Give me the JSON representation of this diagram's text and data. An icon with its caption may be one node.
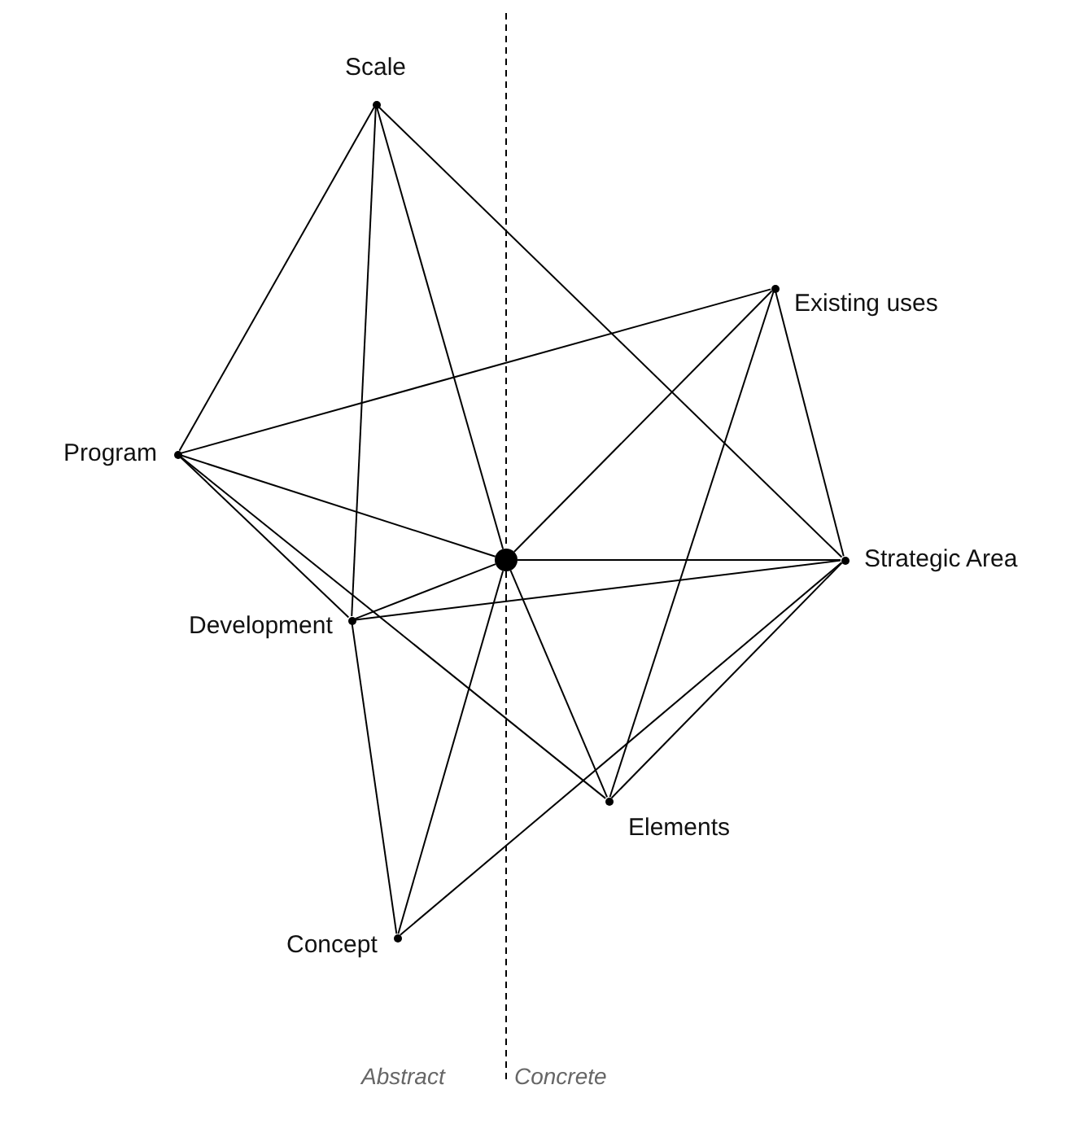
{
  "diagram": {
    "nodes": [
      {
        "text": [
          "Scale"
        ]
      },
      {
        "text": [
          "Existing uses"
        ]
      },
      {
        "text": [
          "Program"
        ]
      },
      {
        "text": [],
        "shape": "circle"
      },
      {
        "text": [
          "Strategic Area"
        ]
      },
      {
        "text": [
          "Development"
        ]
      },
      {
        "text": [
          "Elements"
        ]
      },
      {
        "text": [
          "Concept"
        ]
      }
    ],
    "edges": [
      {
        "from": 0,
        "to": 2,
        "arrow": "none"
      },
      {
        "from": 0,
        "to": 5,
        "arrow": "none"
      },
      {
        "from": 0,
        "to": 3,
        "arrow": "none"
      },
      {
        "from": 0,
        "to": 4,
        "arrow": "none"
      },
      {
        "from": 1,
        "to": 2,
        "arrow": "none"
      },
      {
        "from": 1,
        "to": 3,
        "arrow": "none"
      },
      {
        "from": 1,
        "to": 4,
        "arrow": "none"
      },
      {
        "from": 1,
        "to": 6,
        "arrow": "none"
      },
      {
        "from": 2,
        "to": 3,
        "arrow": "none"
      },
      {
        "from": 2,
        "to": 5,
        "arrow": "none"
      },
      {
        "from": 2,
        "to": 6,
        "arrow": "none"
      },
      {
        "from": 3,
        "to": 4,
        "arrow": "none"
      },
      {
        "from": 3,
        "to": 5,
        "arrow": "none"
      },
      {
        "from": 3,
        "to": 7,
        "arrow": "none"
      },
      {
        "from": 3,
        "to": 6,
        "arrow": "none"
      },
      {
        "from": 4,
        "to": 5,
        "arrow": "none"
      },
      {
        "from": 4,
        "to": 6,
        "arrow": "none"
      },
      {
        "from": 4,
        "to": 7,
        "arrow": "none"
      },
      {
        "from": 5,
        "to": 7,
        "arrow": "none"
      }
    ],
    "labels": [
      "Abstract",
      "Concrete"
    ]
  }
}
